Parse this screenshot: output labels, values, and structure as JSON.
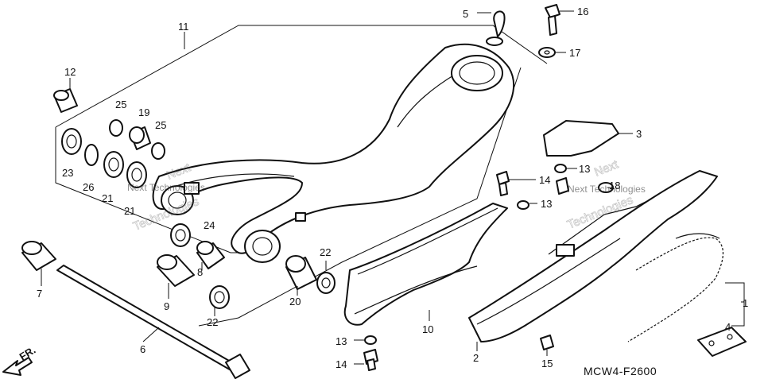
{
  "diagram": {
    "code": "MCW4-F2600",
    "direction_label": "FR.",
    "watermark": {
      "line1": "Next",
      "line2": "Technologies",
      "small": "Next Technologies"
    },
    "labels": [
      {
        "id": "l1",
        "text": "1"
      },
      {
        "id": "l2",
        "text": "2"
      },
      {
        "id": "l3",
        "text": "3"
      },
      {
        "id": "l4",
        "text": "4"
      },
      {
        "id": "l5",
        "text": "5"
      },
      {
        "id": "l6",
        "text": "6"
      },
      {
        "id": "l7",
        "text": "7"
      },
      {
        "id": "l8",
        "text": "8"
      },
      {
        "id": "l9",
        "text": "9"
      },
      {
        "id": "l10",
        "text": "10"
      },
      {
        "id": "l11",
        "text": "11"
      },
      {
        "id": "l12",
        "text": "12"
      },
      {
        "id": "l13a",
        "text": "13"
      },
      {
        "id": "l13b",
        "text": "13"
      },
      {
        "id": "l13c",
        "text": "13"
      },
      {
        "id": "l14a",
        "text": "14"
      },
      {
        "id": "l14b",
        "text": "14"
      },
      {
        "id": "l15",
        "text": "15"
      },
      {
        "id": "l16",
        "text": "16"
      },
      {
        "id": "l17",
        "text": "17"
      },
      {
        "id": "l18",
        "text": "18"
      },
      {
        "id": "l19",
        "text": "19"
      },
      {
        "id": "l20",
        "text": "20"
      },
      {
        "id": "l21a",
        "text": "21"
      },
      {
        "id": "l21b",
        "text": "21"
      },
      {
        "id": "l22a",
        "text": "22"
      },
      {
        "id": "l22b",
        "text": "22"
      },
      {
        "id": "l23",
        "text": "23"
      },
      {
        "id": "l24",
        "text": "24"
      },
      {
        "id": "l25a",
        "text": "25"
      },
      {
        "id": "l25b",
        "text": "25"
      },
      {
        "id": "l26",
        "text": "26"
      }
    ]
  }
}
